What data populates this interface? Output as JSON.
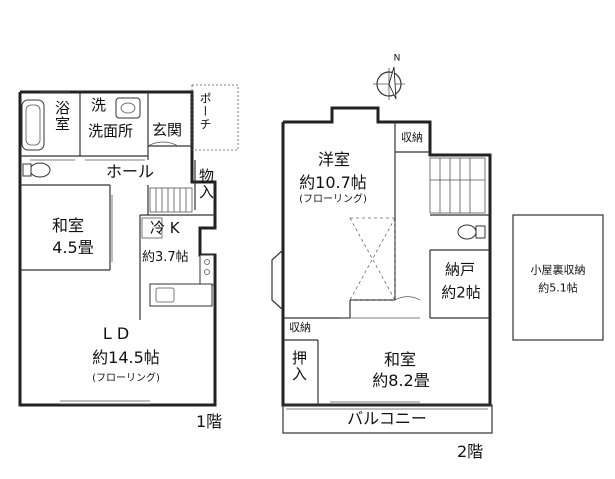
{
  "compass": {
    "north": "N"
  },
  "floor1": {
    "floor_label": "1階",
    "bath": "浴室",
    "wash_top": "洗",
    "washroom": "洗面所",
    "entrance": "玄関",
    "porch": "ポーチ",
    "hall": "ホール",
    "storage": "物入",
    "washitsu_name": "和室",
    "washitsu_size": "4.5畳",
    "kitchen_name": "冷 K",
    "kitchen_size": "約3.7帖",
    "ld_name": "L D",
    "ld_size": "約14.5帖",
    "ld_floor": "(フローリング)"
  },
  "floor2": {
    "floor_label": "2階",
    "youshitsu_name": "洋室",
    "youshitsu_size": "約10.7帖",
    "youshitsu_floor": "(フローリング)",
    "closet_top": "収納",
    "closet_left": "収納",
    "nando_name": "納戸",
    "nando_size": "約2帖",
    "oshiire": "押入",
    "washitsu_name": "和室",
    "washitsu_size": "約8.2畳",
    "balcony": "バルコニー"
  },
  "attic": {
    "name": "小屋裏収納",
    "size": "約5.1帖"
  }
}
